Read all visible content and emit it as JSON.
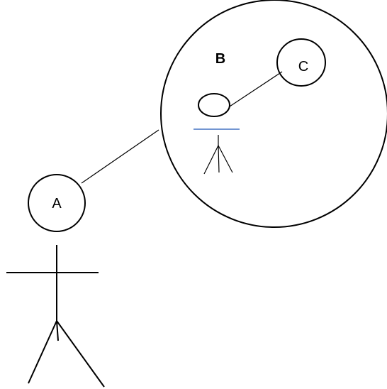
{
  "diagram": {
    "nodes": {
      "a": {
        "label": "A"
      },
      "b": {
        "label": "B"
      },
      "c": {
        "label": "C"
      }
    },
    "colors": {
      "stroke": "#000000",
      "accent_line": "#4472c4",
      "background": "#ffffff"
    }
  }
}
